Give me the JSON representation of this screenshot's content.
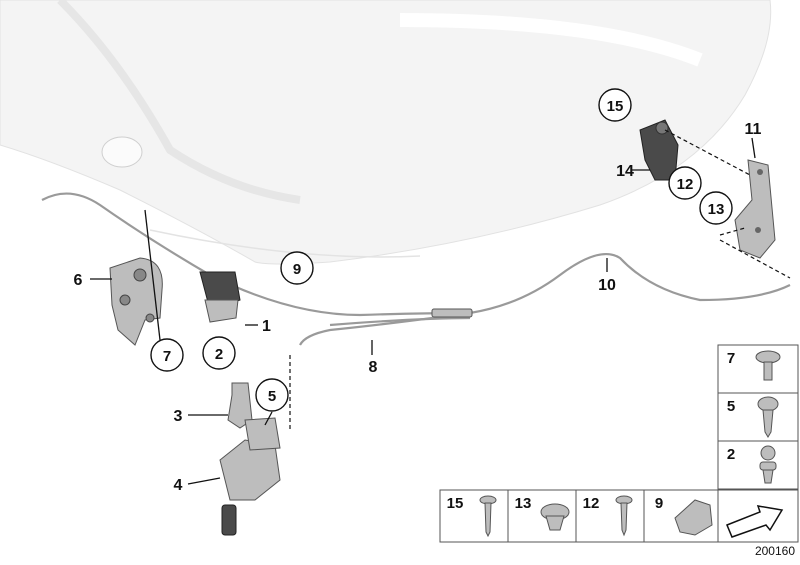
{
  "diagram_id": "200160",
  "callouts": {
    "c1": "1",
    "c2": "2",
    "c3": "3",
    "c4": "4",
    "c5": "5",
    "c6": "6",
    "c7": "7",
    "c8": "8",
    "c9": "9",
    "c10": "10",
    "c11": "11",
    "c12": "12",
    "c13": "13",
    "c14": "14",
    "c15": "15"
  },
  "legend": {
    "right_column": [
      "7",
      "5",
      "2"
    ],
    "bottom_row": [
      "15",
      "13",
      "12",
      "9"
    ]
  },
  "icons": {
    "nav_arrow": "arrow-icon"
  }
}
